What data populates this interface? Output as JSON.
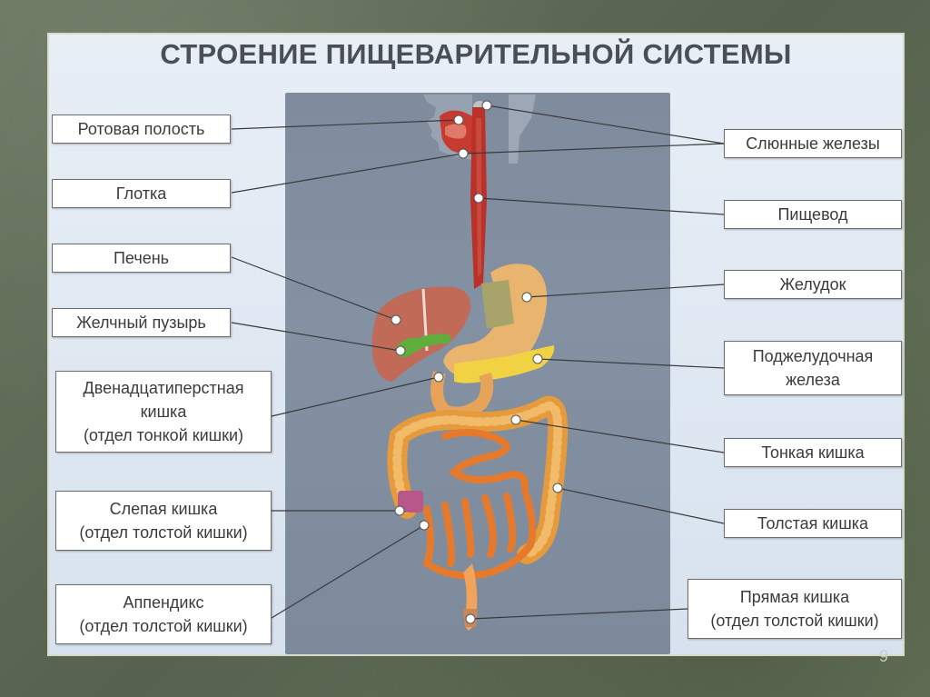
{
  "title": "СТРОЕНИЕ ПИЩЕВАРИТЕЛЬНОЙ СИСТЕМЫ",
  "labels_left": {
    "oral_cavity": "Ротовая полость",
    "pharynx": "Глотка",
    "liver": "Печень",
    "gallbladder": "Желчный пузырь",
    "duodenum_l1": "Двенадцатиперстная",
    "duodenum_l2": "кишка",
    "duodenum_l3": "(отдел тонкой кишки)",
    "cecum_l1": "Слепая кишка",
    "cecum_l2": "(отдел толстой кишки)",
    "appendix_l1": "Аппендикс",
    "appendix_l2": "(отдел толстой кишки)"
  },
  "labels_right": {
    "salivary_glands": "Слюнные железы",
    "esophagus": "Пищевод",
    "stomach": "Желудок",
    "pancreas_l1": "Поджелудочная",
    "pancreas_l2": "железа",
    "small_intestine": "Тонкая кишка",
    "large_intestine": "Толстая кишка",
    "rectum_l1": "Прямая кишка",
    "rectum_l2": "(отдел толстой кишки)"
  },
  "page_number": "9",
  "colors": {
    "frame": "#5e6b55",
    "panel": "#7f8c9e",
    "esophagus": "#b8322a",
    "stomach": "#e8b06a",
    "liver": "#c9705c",
    "intestine": "#e59a3c",
    "leader_line": "#3a3a3a"
  }
}
